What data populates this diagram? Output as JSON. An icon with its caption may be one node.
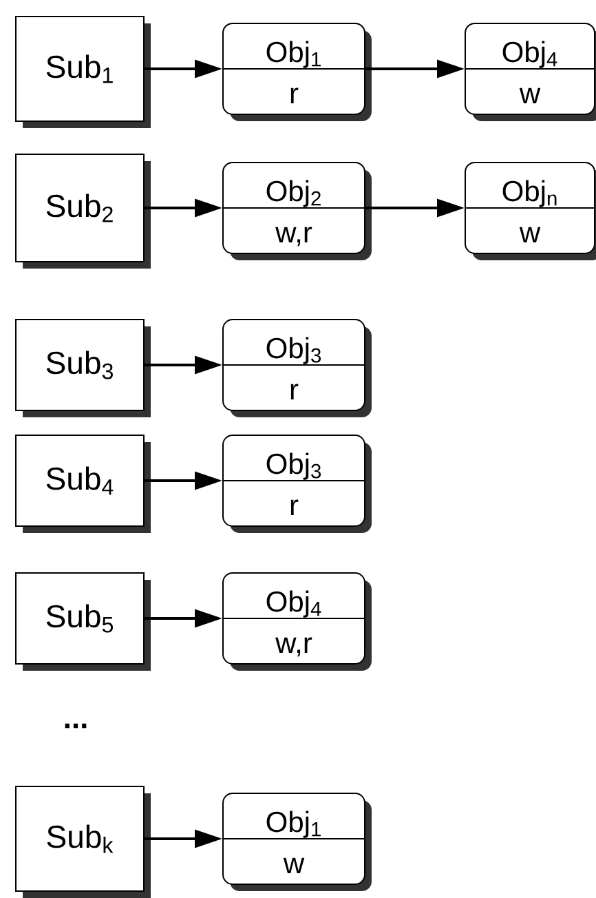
{
  "diagram": {
    "nodes": [
      {
        "text": [
          "Sub$_{1}$"
        ]
      },
      {
        "text": [
          "Obj$_{1}$",
          "r"
        ]
      },
      {
        "text": [
          "Obj$_{4}$",
          "w"
        ]
      },
      {
        "text": [
          "Sub$_{2}$"
        ]
      },
      {
        "text": [
          "Obj$_{2}$",
          "w,r"
        ]
      },
      {
        "text": [
          "Obj$_{n}$",
          "w"
        ]
      },
      {
        "text": [
          "Sub$_{3}$"
        ]
      },
      {
        "text": [
          "Obj$_{3}$",
          "r"
        ]
      },
      {
        "text": [
          "Sub$_{4}$"
        ]
      },
      {
        "text": [
          "Obj$_{3}$",
          "r"
        ]
      },
      {
        "text": [
          "Sub$_{5}$"
        ]
      },
      {
        "text": [
          "Obj$_{4}$",
          "w,r"
        ]
      },
      {
        "text": [
          "Sub$_{k}$"
        ]
      },
      {
        "text": [
          "Obj$_{1}$",
          "w"
        ]
      }
    ],
    "edges": [
      {
        "from": 0,
        "to": 1,
        "arrow": "to"
      },
      {
        "from": 1,
        "to": 2,
        "arrow": "to"
      },
      {
        "from": 3,
        "to": 4,
        "arrow": "to"
      },
      {
        "from": 4,
        "to": 5,
        "arrow": "to"
      },
      {
        "from": 6,
        "to": 7,
        "arrow": "to"
      },
      {
        "from": 8,
        "to": 9,
        "arrow": "to"
      },
      {
        "from": 10,
        "to": 11,
        "arrow": "to"
      },
      {
        "from": 12,
        "to": 13,
        "arrow": "to"
      }
    ],
    "labels": [
      "..."
    ]
  }
}
